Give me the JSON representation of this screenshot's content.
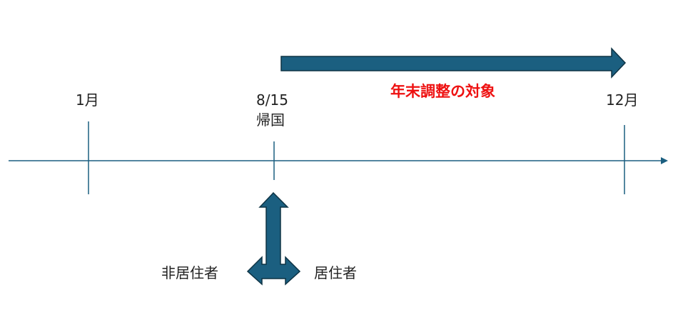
{
  "labels": {
    "jan": "1月",
    "return_date": "8/15",
    "return_label": "帰国",
    "dec": "12月",
    "target": "年末調整の対象",
    "non_resident": "非居住者",
    "resident": "居住者"
  },
  "colors": {
    "arrow_fill": "#1b5f80",
    "arrow_stroke": "#0e3344",
    "axis": "#1b5f80",
    "target_text": "#ee1111"
  }
}
